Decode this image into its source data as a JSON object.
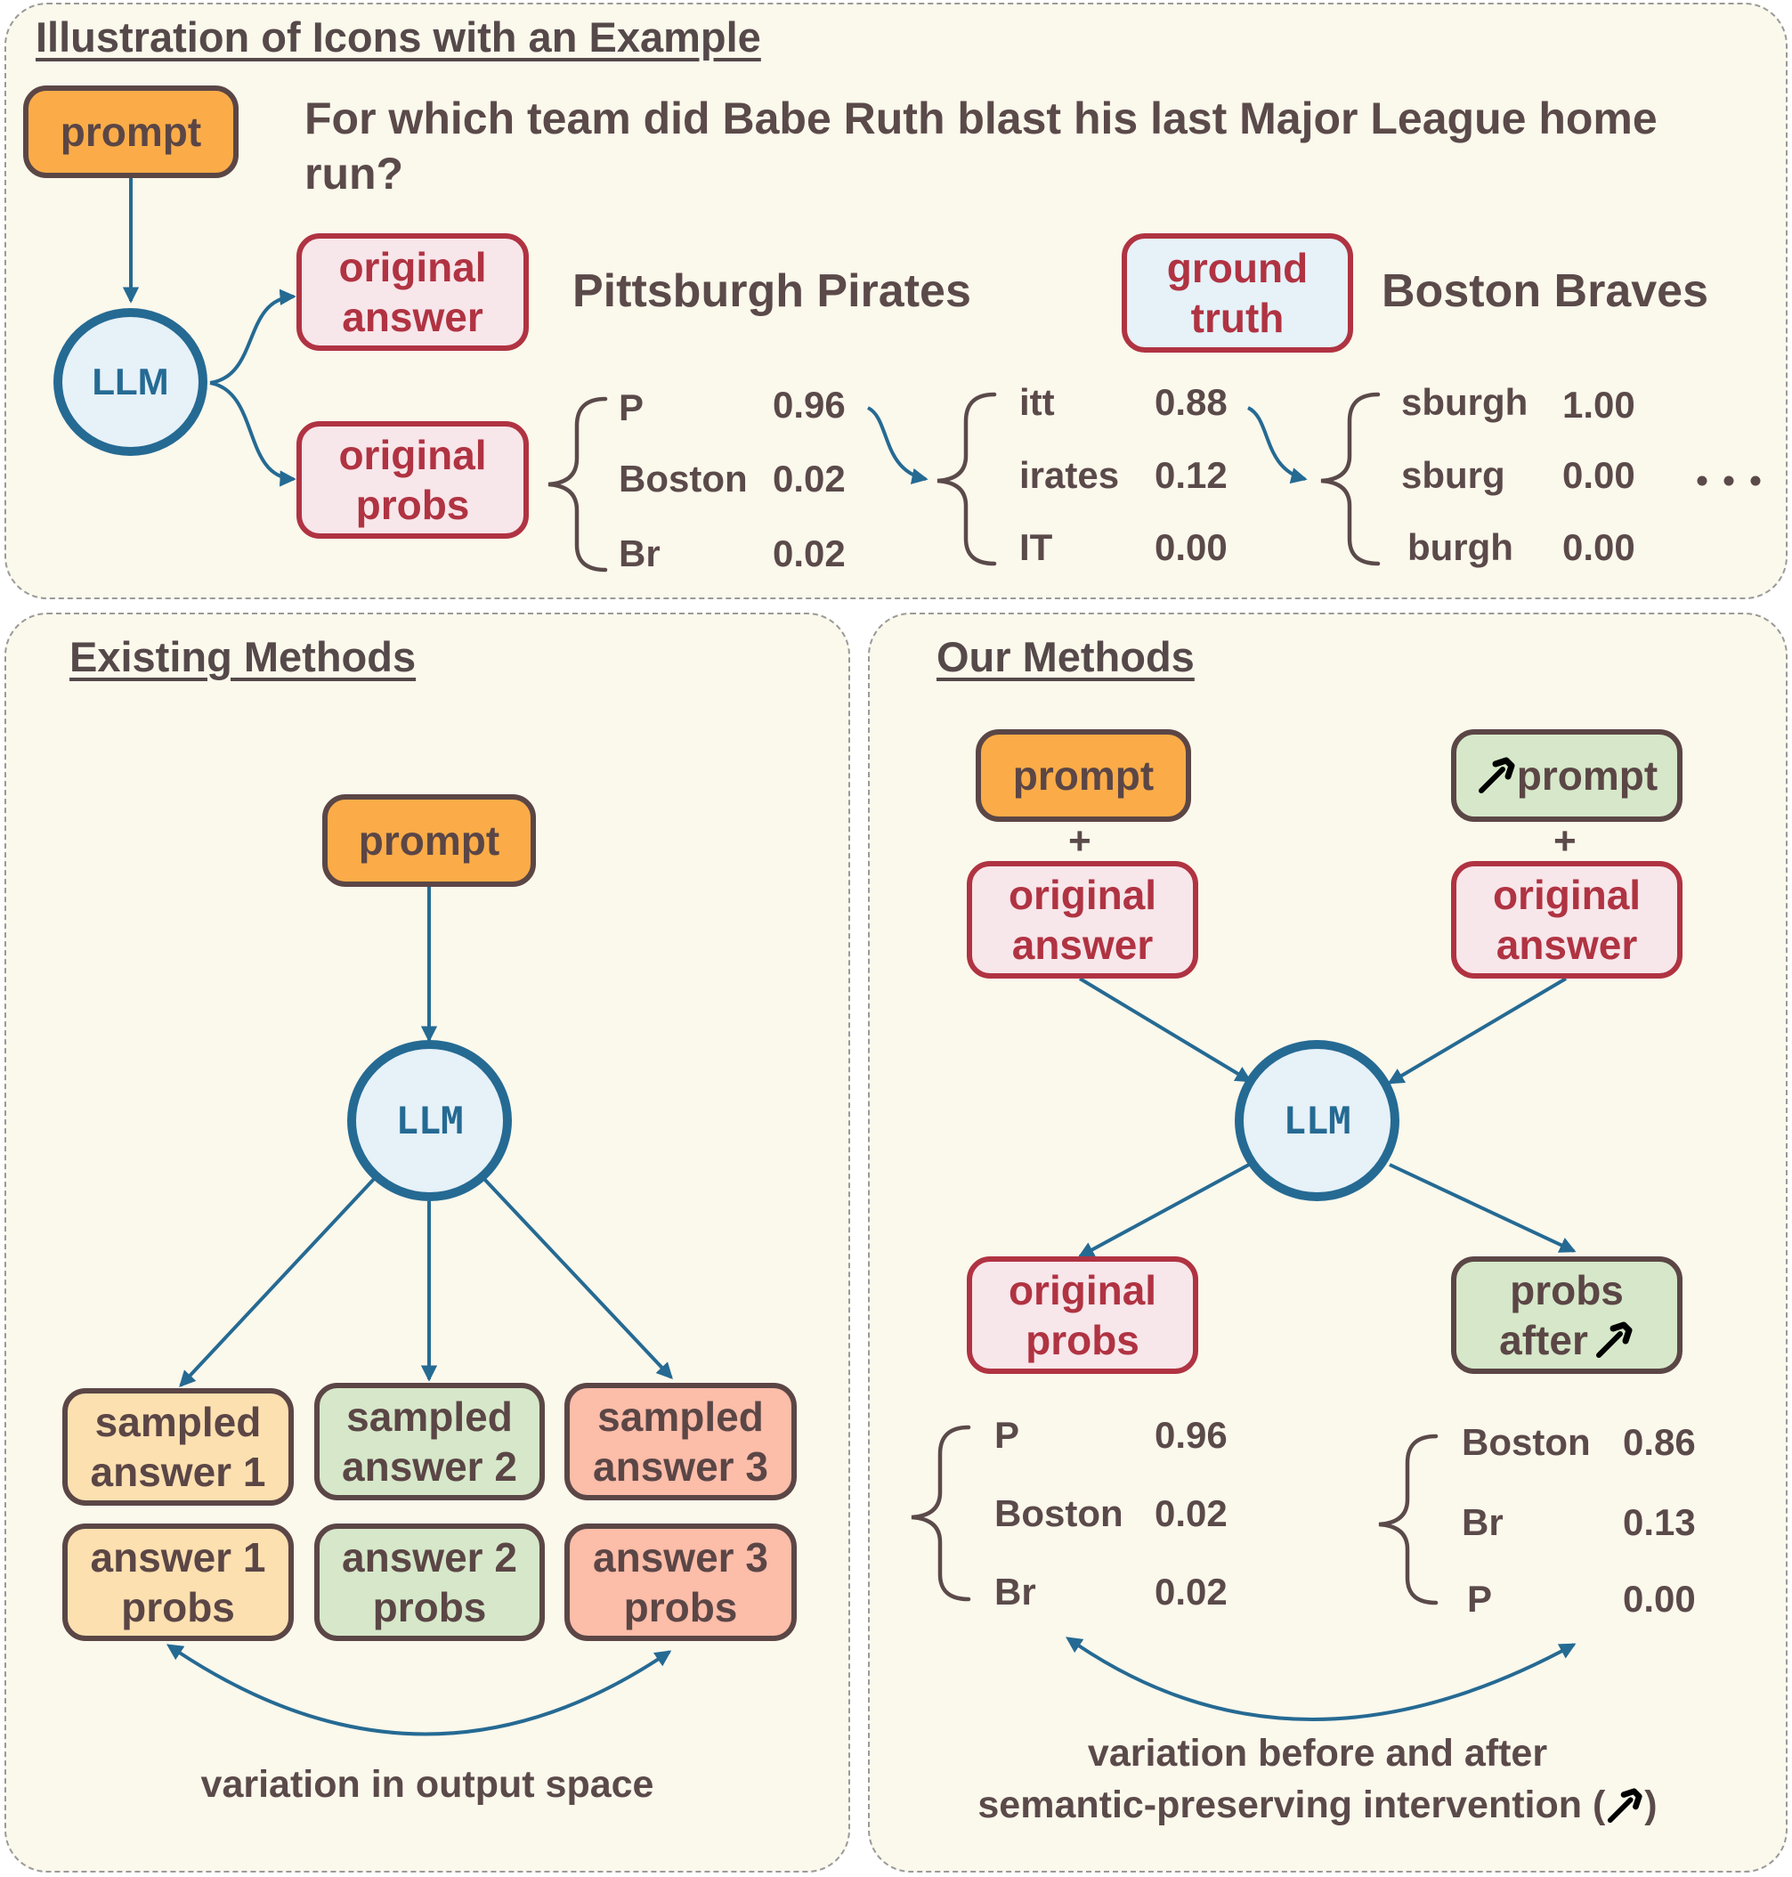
{
  "colors": {
    "panel_bg": "#fbf8ec",
    "arrow": "#256a93",
    "prompt_fill": "#fbac48",
    "answer_border": "#b03342",
    "answer_fill": "#f7e6ea",
    "llm_fill": "#e6f1f8",
    "green_fill": "#d6e8c9",
    "text": "#5b4a4a"
  },
  "top": {
    "heading": "Illustration of Icons with an Example",
    "prompt_label": "prompt",
    "question": "For which team did Babe Ruth blast his last Major League home run?",
    "llm_label": "LLM",
    "original_answer_label": [
      "original",
      "answer"
    ],
    "original_probs_label": [
      "original",
      "probs"
    ],
    "answer_text": "Pittsburgh Pirates",
    "ground_truth_label": [
      "ground",
      "truth"
    ],
    "ground_truth_text": "Boston Braves",
    "token_groups": [
      [
        {
          "token": "P",
          "prob": "0.96"
        },
        {
          "token": "Boston",
          "prob": "0.02"
        },
        {
          "token": "Br",
          "prob": "0.02"
        }
      ],
      [
        {
          "token": "itt",
          "prob": "0.88"
        },
        {
          "token": "irates",
          "prob": "0.12"
        },
        {
          "token": "IT",
          "prob": "0.00"
        }
      ],
      [
        {
          "token": "sburgh",
          "prob": "1.00"
        },
        {
          "token": "sburg",
          "prob": "0.00"
        },
        {
          "token": "burgh",
          "prob": "0.00"
        }
      ]
    ],
    "ellipsis": "…"
  },
  "existing": {
    "heading": "Existing Methods",
    "prompt_label": "prompt",
    "llm_label": "LLM",
    "samples": [
      {
        "answer": [
          "sampled",
          "answer 1"
        ],
        "probs": [
          "answer 1",
          "probs"
        ],
        "color": "#fde0b0"
      },
      {
        "answer": [
          "sampled",
          "answer 2"
        ],
        "probs": [
          "answer 2",
          "probs"
        ],
        "color": "#d6e8c9"
      },
      {
        "answer": [
          "sampled",
          "answer 3"
        ],
        "probs": [
          "answer 3",
          "probs"
        ],
        "color": "#fcbda9"
      }
    ],
    "caption": "variation in output space"
  },
  "ours": {
    "heading": "Our Methods",
    "prompt_label": "prompt",
    "intervened_prompt_label": "prompt",
    "plus": "+",
    "original_answer_label": [
      "original",
      "answer"
    ],
    "llm_label": "LLM",
    "original_probs_label": [
      "original",
      "probs"
    ],
    "probs_after_label": [
      "probs",
      "after"
    ],
    "left_probs": [
      {
        "token": "P",
        "prob": "0.96"
      },
      {
        "token": "Boston",
        "prob": "0.02"
      },
      {
        "token": "Br",
        "prob": "0.02"
      }
    ],
    "right_probs": [
      {
        "token": "Boston",
        "prob": "0.86"
      },
      {
        "token": "Br",
        "prob": "0.13"
      },
      {
        "token": "P",
        "prob": "0.00"
      }
    ],
    "caption_line1": "variation before and after",
    "caption_line2": "semantic-preserving intervention (",
    "caption_line2_end": ")"
  },
  "icons": [
    "hammer-icon"
  ]
}
